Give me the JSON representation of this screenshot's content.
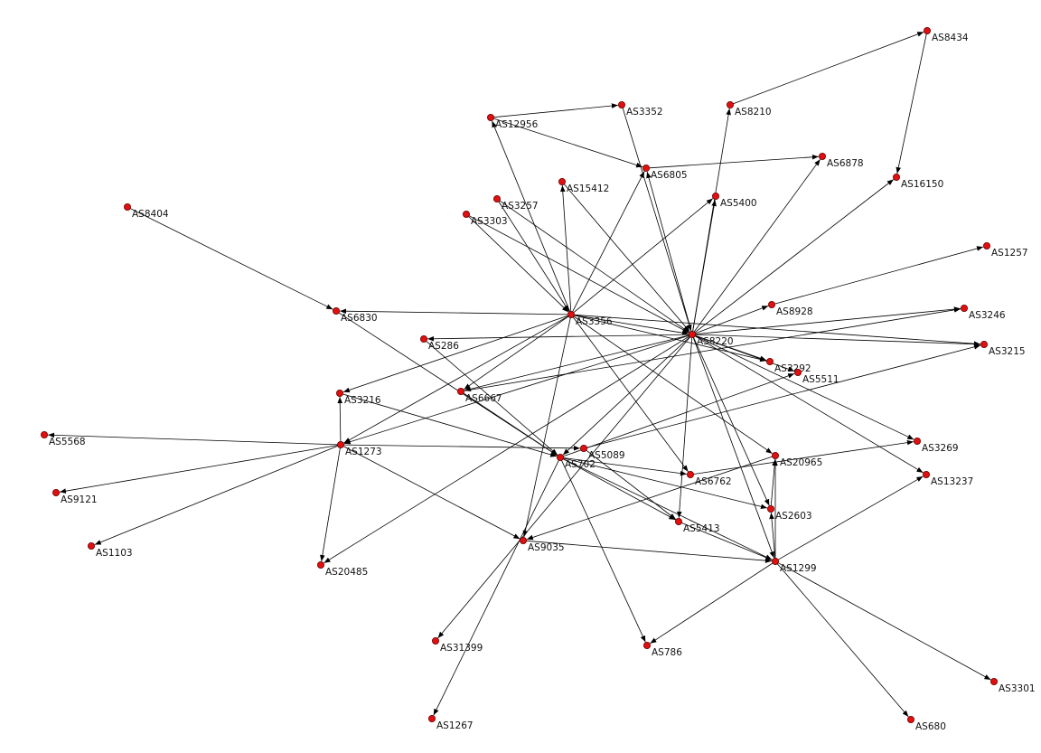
{
  "graph": {
    "style": {
      "node_color": "#e01010",
      "edge_color": "#000000",
      "background": "#ffffff",
      "directed": true
    },
    "nodes": [
      {
        "id": "AS8434"
      },
      {
        "id": "AS3352"
      },
      {
        "id": "AS12956"
      },
      {
        "id": "AS8210"
      },
      {
        "id": "AS6805"
      },
      {
        "id": "AS6878"
      },
      {
        "id": "AS16150"
      },
      {
        "id": "AS15412"
      },
      {
        "id": "AS3257"
      },
      {
        "id": "AS5400"
      },
      {
        "id": "AS8404"
      },
      {
        "id": "AS3303"
      },
      {
        "id": "AS1257"
      },
      {
        "id": "AS6830"
      },
      {
        "id": "AS3356"
      },
      {
        "id": "AS8928"
      },
      {
        "id": "AS3246"
      },
      {
        "id": "AS286"
      },
      {
        "id": "AS8220"
      },
      {
        "id": "AS3215"
      },
      {
        "id": "AS3292"
      },
      {
        "id": "AS5511"
      },
      {
        "id": "AS3216"
      },
      {
        "id": "AS6667"
      },
      {
        "id": "AS5568"
      },
      {
        "id": "AS1273"
      },
      {
        "id": "AS5089"
      },
      {
        "id": "AS3269"
      },
      {
        "id": "AS702"
      },
      {
        "id": "AS6762"
      },
      {
        "id": "AS20965"
      },
      {
        "id": "AS13237"
      },
      {
        "id": "AS9121"
      },
      {
        "id": "AS2603"
      },
      {
        "id": "AS5413"
      },
      {
        "id": "AS1103"
      },
      {
        "id": "AS9035"
      },
      {
        "id": "AS1299"
      },
      {
        "id": "AS20485"
      },
      {
        "id": "AS31399"
      },
      {
        "id": "AS786"
      },
      {
        "id": "AS3301"
      },
      {
        "id": "AS680"
      },
      {
        "id": "AS1267"
      }
    ],
    "edges": [
      {
        "from": "AS12956",
        "to": "AS3352"
      },
      {
        "from": "AS12956",
        "to": "AS6805"
      },
      {
        "from": "AS8210",
        "to": "AS8434"
      },
      {
        "from": "AS8434",
        "to": "AS16150"
      },
      {
        "from": "AS6805",
        "to": "AS6878"
      },
      {
        "from": "AS8404",
        "to": "AS6830"
      },
      {
        "from": "AS3356",
        "to": "AS6830"
      },
      {
        "from": "AS3356",
        "to": "AS12956"
      },
      {
        "from": "AS3356",
        "to": "AS15412"
      },
      {
        "from": "AS3356",
        "to": "AS6805"
      },
      {
        "from": "AS3356",
        "to": "AS5400"
      },
      {
        "from": "AS3356",
        "to": "AS8220"
      },
      {
        "from": "AS3356",
        "to": "AS3216"
      },
      {
        "from": "AS3356",
        "to": "AS1273"
      },
      {
        "from": "AS3356",
        "to": "AS6667"
      },
      {
        "from": "AS3356",
        "to": "AS9035"
      },
      {
        "from": "AS3356",
        "to": "AS6762"
      },
      {
        "from": "AS3356",
        "to": "AS20965"
      },
      {
        "from": "AS3356",
        "to": "AS3292"
      },
      {
        "from": "AS3356",
        "to": "AS3215"
      },
      {
        "from": "AS3257",
        "to": "AS3356"
      },
      {
        "from": "AS3303",
        "to": "AS3356"
      },
      {
        "from": "AS3303",
        "to": "AS8220"
      },
      {
        "from": "AS3257",
        "to": "AS8220"
      },
      {
        "from": "AS15412",
        "to": "AS8220"
      },
      {
        "from": "AS3352",
        "to": "AS8220"
      },
      {
        "from": "AS8220",
        "to": "AS286"
      },
      {
        "from": "AS8220",
        "to": "AS8210"
      },
      {
        "from": "AS8220",
        "to": "AS6878"
      },
      {
        "from": "AS8220",
        "to": "AS16150"
      },
      {
        "from": "AS8220",
        "to": "AS5400"
      },
      {
        "from": "AS8220",
        "to": "AS6805"
      },
      {
        "from": "AS8220",
        "to": "AS8928"
      },
      {
        "from": "AS8220",
        "to": "AS3246"
      },
      {
        "from": "AS8220",
        "to": "AS3215"
      },
      {
        "from": "AS8220",
        "to": "AS3292"
      },
      {
        "from": "AS8220",
        "to": "AS5511"
      },
      {
        "from": "AS8220",
        "to": "AS3269"
      },
      {
        "from": "AS8220",
        "to": "AS13237"
      },
      {
        "from": "AS8220",
        "to": "AS2603"
      },
      {
        "from": "AS8220",
        "to": "AS1299"
      },
      {
        "from": "AS8220",
        "to": "AS5413"
      },
      {
        "from": "AS8220",
        "to": "AS702"
      },
      {
        "from": "AS8220",
        "to": "AS6667"
      },
      {
        "from": "AS8220",
        "to": "AS1273"
      },
      {
        "from": "AS8220",
        "to": "AS20485"
      },
      {
        "from": "AS8220",
        "to": "AS31399"
      },
      {
        "from": "AS8928",
        "to": "AS1257"
      },
      {
        "from": "AS6830",
        "to": "AS702"
      },
      {
        "from": "AS286",
        "to": "AS702"
      },
      {
        "from": "AS3216",
        "to": "AS702"
      },
      {
        "from": "AS6667",
        "to": "AS702"
      },
      {
        "from": "AS6667",
        "to": "AS3246"
      },
      {
        "from": "AS1273",
        "to": "AS5568"
      },
      {
        "from": "AS1273",
        "to": "AS9121"
      },
      {
        "from": "AS1273",
        "to": "AS1103"
      },
      {
        "from": "AS1273",
        "to": "AS3216"
      },
      {
        "from": "AS1273",
        "to": "AS20485"
      },
      {
        "from": "AS1273",
        "to": "AS9035"
      },
      {
        "from": "AS1273",
        "to": "AS5089"
      },
      {
        "from": "AS702",
        "to": "AS5511"
      },
      {
        "from": "AS702",
        "to": "AS6762"
      },
      {
        "from": "AS702",
        "to": "AS5413"
      },
      {
        "from": "AS702",
        "to": "AS2603"
      },
      {
        "from": "AS702",
        "to": "AS786"
      },
      {
        "from": "AS702",
        "to": "AS1299"
      },
      {
        "from": "AS702",
        "to": "AS1267"
      },
      {
        "from": "AS5089",
        "to": "AS5413"
      },
      {
        "from": "AS5089",
        "to": "AS3215"
      },
      {
        "from": "AS6762",
        "to": "AS3269"
      },
      {
        "from": "AS20965",
        "to": "AS9035"
      },
      {
        "from": "AS2603",
        "to": "AS20965"
      },
      {
        "from": "AS1299",
        "to": "AS2603"
      },
      {
        "from": "AS1299",
        "to": "AS20965"
      },
      {
        "from": "AS1299",
        "to": "AS13237"
      },
      {
        "from": "AS1299",
        "to": "AS786"
      },
      {
        "from": "AS1299",
        "to": "AS3301"
      },
      {
        "from": "AS1299",
        "to": "AS680"
      },
      {
        "from": "AS5413",
        "to": "AS1299"
      },
      {
        "from": "AS9035",
        "to": "AS1299"
      }
    ]
  }
}
